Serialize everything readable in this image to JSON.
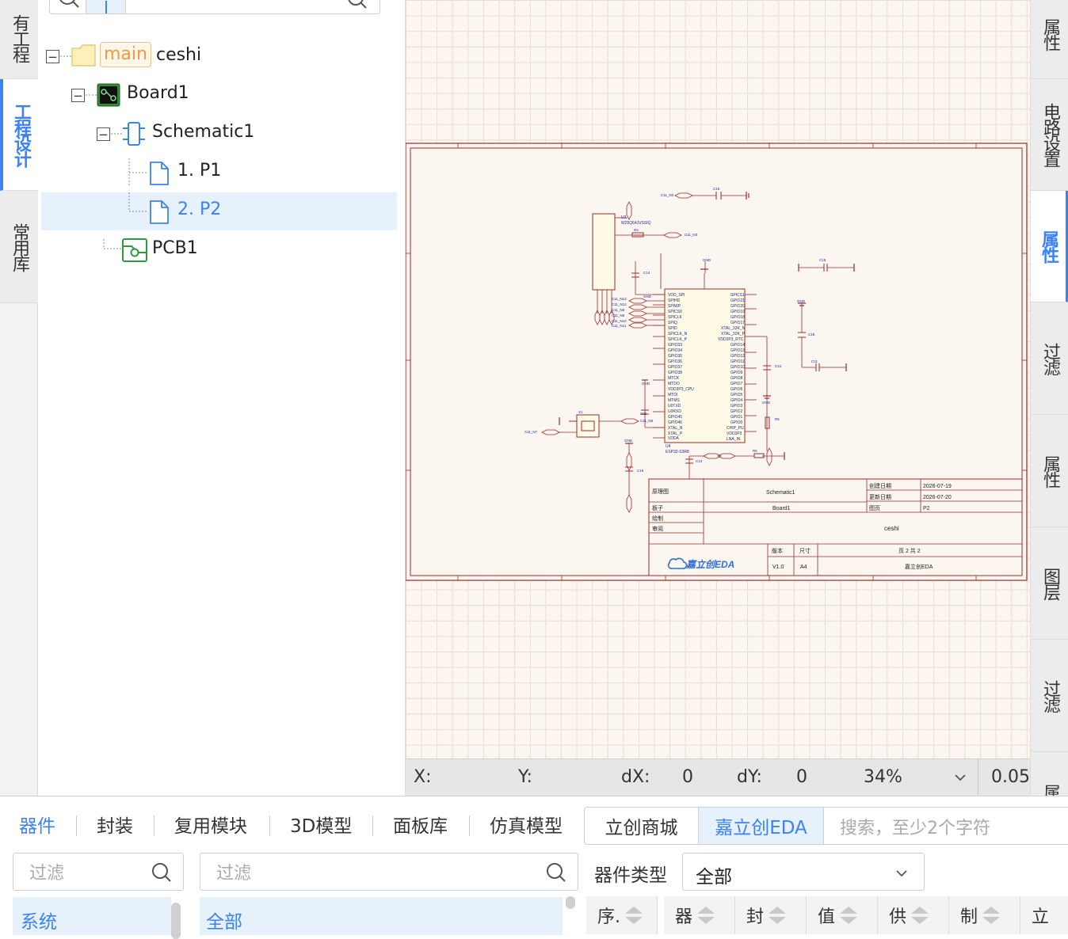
{
  "left_tabs": [
    {
      "label": "所有工程",
      "visible": "有工程"
    },
    {
      "label": "工程设计",
      "active": true
    },
    {
      "label": "常用库"
    }
  ],
  "tree": {
    "project_branch": "main",
    "project_name": "ceshi",
    "board": "Board1",
    "schematic": "Schematic1",
    "page1": "1. P1",
    "page2": "2. P2",
    "pcb": "PCB1"
  },
  "statusbar": {
    "x_label": "X:",
    "y_label": "Y:",
    "dx_label": "dX:",
    "dx_value": "0",
    "dy_label": "dY:",
    "dy_value": "0",
    "zoom": "34%",
    "grid": "0.05"
  },
  "right_tabs": [
    "属性",
    "电路设置",
    "属性",
    "过滤",
    "属性",
    "图层",
    "过滤",
    "属"
  ],
  "schematic": {
    "chip_name": "ESP32-S3R8",
    "chip_ref": "U4",
    "flash_ref": "U3",
    "flash_part": "W25Q64JVSSIQ",
    "title_block": {
      "type_label": "原理图",
      "sheet_name": "Schematic1",
      "board_label": "板子",
      "board_name": "Board1",
      "drawn_label": "绘制",
      "review_label": "审阅",
      "created_label": "创建日期",
      "created_date": "2026-07-19",
      "updated_label": "更新日期",
      "updated_date": "2026-07-20",
      "page_label": "图页",
      "page_value": "P2",
      "project": "ceshi",
      "version_label": "版本",
      "version": "V1.0",
      "size_label": "尺寸",
      "size": "A4",
      "page_count": "页 2 共 2",
      "logo": "嘉立创EDA",
      "company": "嘉立创EDA"
    }
  },
  "bottom": {
    "tabs": [
      "器件",
      "封装",
      "复用模块",
      "3D模型",
      "面板库",
      "仿真模型"
    ],
    "active_tab": "器件",
    "source_tabs": [
      "立创商城",
      "嘉立创EDA"
    ],
    "search_placeholder": "搜索，至少2个字符",
    "filter_placeholder": "过滤",
    "category_type_label": "器件类型",
    "category_type_value": "全部",
    "left_list_item": "系统",
    "mid_list_item": "全部",
    "columns": [
      "序.",
      "器",
      "封",
      "值",
      "供",
      "制",
      "立"
    ]
  }
}
